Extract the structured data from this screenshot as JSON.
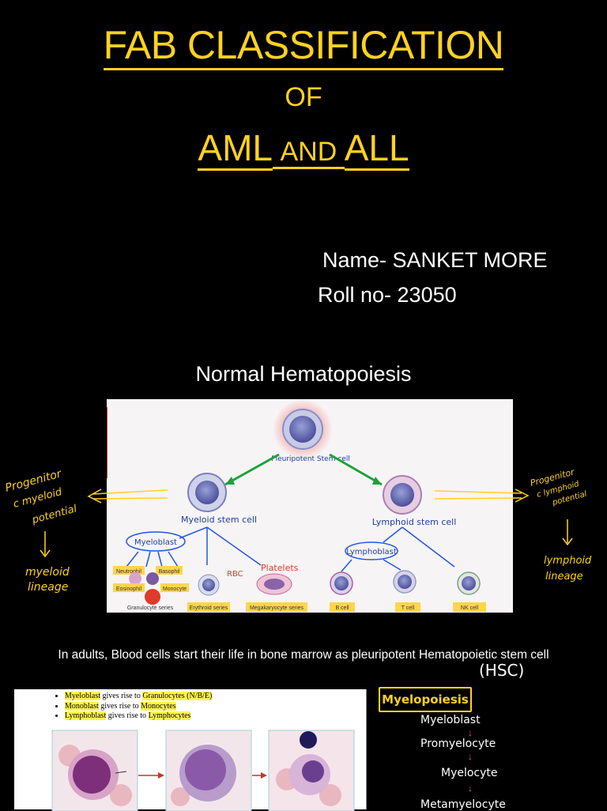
{
  "title": "FAB CLASSIFICATION",
  "of_text": "OF",
  "subtitle": {
    "aml": "AML",
    "and": "AND",
    "all": "ALL"
  },
  "author": {
    "name": "Name-  SANKET MORE",
    "roll": "Roll no- 23050"
  },
  "section_heading": "Normal Hematopoiesis",
  "diagram": {
    "pluripotent": "Pleuripotent Stem cell",
    "myeloid_stem": "Myeloid stem cell",
    "lymphoid_stem": "Lymphoid stem cell",
    "myeloblast": "Myeloblast",
    "lymphoblast": "Lymphoblast",
    "rbc": "RBC",
    "platelets": "Platelets",
    "neutrophil": "Neutrophil",
    "basophil": "Basophil",
    "eosinophil": "Eosinophil",
    "monocyte": "Monocyte",
    "granulocyte_series": "Granulocyte series",
    "erythroid_series": "Erythroid series",
    "megakaryocyte_series": "Megakaryocyte series",
    "b_cell": "B cell",
    "t_cell": "T cell",
    "nk_cell": "NK cell"
  },
  "notes": {
    "progenitor_myeloid": [
      "Progenitor",
      "c myeloid",
      "potential"
    ],
    "myeloid_lineage": [
      "myeloid",
      "lineage"
    ],
    "progenitor_lymphoid": [
      "Progenitor",
      "c lymphoid",
      "potential"
    ],
    "lymphoid_lineage": [
      "lymphoid",
      "lineage"
    ]
  },
  "caption": "In adults, Blood cells start their life in bone marrow as pleuripotent Hematopoietic stem cell",
  "hsc_note": "(HSC)",
  "bullets": [
    {
      "hl": "Myeloblast",
      "mid": " gives rise to ",
      "hl2": "Granulocytes (N/B/E)"
    },
    {
      "hl": "Monoblast",
      "mid": " gives rise to ",
      "hl2": "Monocytes"
    },
    {
      "hl": "Lymphoblast",
      "mid": " gives rise to ",
      "hl2": "Lymphocytes"
    }
  ],
  "myelopoiesis": {
    "title": "Myelopoiesis",
    "stages": [
      "Myeloblast",
      "Promyelocyte",
      "Myelocyte",
      "Metamyelocyte"
    ]
  },
  "colors": {
    "accent": "#ffd21f",
    "background": "#000000",
    "arrow_green": "#1aa33a",
    "arrow_blue": "#2456e0"
  }
}
